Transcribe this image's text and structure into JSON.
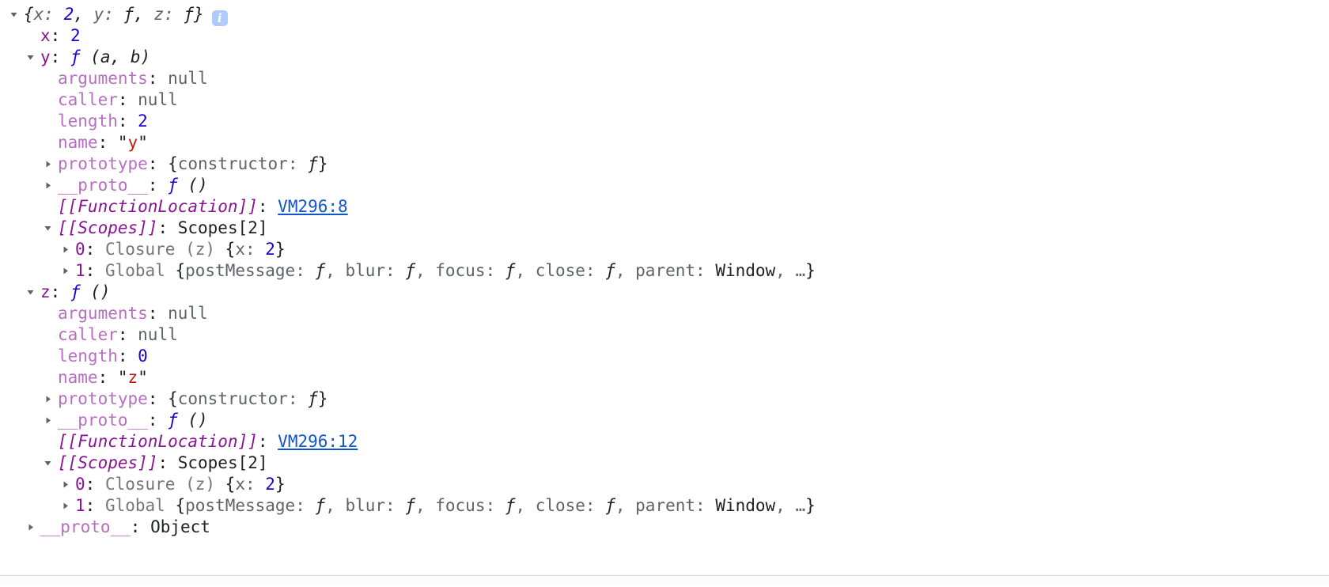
{
  "colors": {
    "property_name": "#881391",
    "property_name_dim": "#b76fc0",
    "number": "#1c00cf",
    "string": "#c41a16",
    "preview_gray": "#5f6368",
    "object_name_gray": "#767676",
    "link": "#1155cc",
    "badge_bg": "#aecbfa",
    "triangle": "#5f6368",
    "separator": "#d9d9d9"
  },
  "console": {
    "badge_tooltip_glyph": "i",
    "rows": [
      {
        "level": 0,
        "toggle": "expanded",
        "segments": [
          {
            "t": "{",
            "s": "it"
          },
          {
            "t": "x: ",
            "s": "itgray"
          },
          {
            "t": "2",
            "s": "itnum"
          },
          {
            "t": ", ",
            "s": "it"
          },
          {
            "t": "y: ",
            "s": "itgray"
          },
          {
            "t": "ƒ",
            "s": "pfn"
          },
          {
            "t": ", ",
            "s": "it"
          },
          {
            "t": "z: ",
            "s": "itgray"
          },
          {
            "t": "ƒ",
            "s": "pfn"
          },
          {
            "t": "}",
            "s": "it"
          },
          {
            "t": "i",
            "s": "badge"
          }
        ]
      },
      {
        "level": 1,
        "toggle": "none",
        "segments": [
          {
            "t": "x",
            "s": "name"
          },
          {
            "t": ": ",
            "s": "plain"
          },
          {
            "t": "2",
            "s": "num"
          }
        ]
      },
      {
        "level": 1,
        "toggle": "expanded",
        "segments": [
          {
            "t": "y",
            "s": "name"
          },
          {
            "t": ": ",
            "s": "plain"
          },
          {
            "t": "ƒ",
            "s": "fn"
          },
          {
            "t": " (a, b)",
            "s": "it"
          }
        ]
      },
      {
        "level": 2,
        "toggle": "none",
        "segments": [
          {
            "t": "arguments",
            "s": "dim"
          },
          {
            "t": ": ",
            "s": "plain"
          },
          {
            "t": "null",
            "s": "gray"
          }
        ]
      },
      {
        "level": 2,
        "toggle": "none",
        "segments": [
          {
            "t": "caller",
            "s": "dim"
          },
          {
            "t": ": ",
            "s": "plain"
          },
          {
            "t": "null",
            "s": "gray"
          }
        ]
      },
      {
        "level": 2,
        "toggle": "none",
        "segments": [
          {
            "t": "length",
            "s": "dim"
          },
          {
            "t": ": ",
            "s": "plain"
          },
          {
            "t": "2",
            "s": "num"
          }
        ]
      },
      {
        "level": 2,
        "toggle": "none",
        "segments": [
          {
            "t": "name",
            "s": "dim"
          },
          {
            "t": ": ",
            "s": "plain"
          },
          {
            "t": "\"",
            "s": "plain"
          },
          {
            "t": "y",
            "s": "str"
          },
          {
            "t": "\"",
            "s": "plain"
          }
        ]
      },
      {
        "level": 2,
        "toggle": "collapsed",
        "segments": [
          {
            "t": "prototype",
            "s": "dim"
          },
          {
            "t": ": ",
            "s": "plain"
          },
          {
            "t": "{",
            "s": "plain"
          },
          {
            "t": "constructor",
            "s": "gray"
          },
          {
            "t": ": ",
            "s": "gray"
          },
          {
            "t": "ƒ",
            "s": "pfn"
          },
          {
            "t": "}",
            "s": "plain"
          }
        ]
      },
      {
        "level": 2,
        "toggle": "collapsed",
        "segments": [
          {
            "t": "__proto__",
            "s": "dim"
          },
          {
            "t": ": ",
            "s": "plain"
          },
          {
            "t": "ƒ",
            "s": "fn"
          },
          {
            "t": " ()",
            "s": "it"
          }
        ]
      },
      {
        "level": 2,
        "toggle": "none",
        "segments": [
          {
            "t": "[[FunctionLocation]]",
            "s": "int"
          },
          {
            "t": ": ",
            "s": "plain"
          },
          {
            "t": "VM296:8",
            "s": "link"
          }
        ]
      },
      {
        "level": 2,
        "toggle": "expanded",
        "segments": [
          {
            "t": "[[Scopes]]",
            "s": "int"
          },
          {
            "t": ": ",
            "s": "plain"
          },
          {
            "t": "Scopes[2]",
            "s": "plain"
          }
        ]
      },
      {
        "level": 3,
        "toggle": "collapsed",
        "segments": [
          {
            "t": "0",
            "s": "name"
          },
          {
            "t": ": ",
            "s": "plain"
          },
          {
            "t": "Closure (z) ",
            "s": "oname"
          },
          {
            "t": "{",
            "s": "plain"
          },
          {
            "t": "x",
            "s": "gray"
          },
          {
            "t": ": ",
            "s": "gray"
          },
          {
            "t": "2",
            "s": "num"
          },
          {
            "t": "}",
            "s": "plain"
          }
        ]
      },
      {
        "level": 3,
        "toggle": "collapsed",
        "segments": [
          {
            "t": "1",
            "s": "name"
          },
          {
            "t": ": ",
            "s": "plain"
          },
          {
            "t": "Global ",
            "s": "oname"
          },
          {
            "t": "{",
            "s": "plain"
          },
          {
            "t": "postMessage: ",
            "s": "gray"
          },
          {
            "t": "ƒ",
            "s": "pfn"
          },
          {
            "t": ", blur: ",
            "s": "gray"
          },
          {
            "t": "ƒ",
            "s": "pfn"
          },
          {
            "t": ", focus: ",
            "s": "gray"
          },
          {
            "t": "ƒ",
            "s": "pfn"
          },
          {
            "t": ", close: ",
            "s": "gray"
          },
          {
            "t": "ƒ",
            "s": "pfn"
          },
          {
            "t": ", parent: ",
            "s": "gray"
          },
          {
            "t": "Window",
            "s": "plain"
          },
          {
            "t": ", …",
            "s": "gray"
          },
          {
            "t": "}",
            "s": "plain"
          }
        ]
      },
      {
        "level": 1,
        "toggle": "expanded",
        "segments": [
          {
            "t": "z",
            "s": "name"
          },
          {
            "t": ": ",
            "s": "plain"
          },
          {
            "t": "ƒ",
            "s": "fn"
          },
          {
            "t": " ()",
            "s": "it"
          }
        ]
      },
      {
        "level": 2,
        "toggle": "none",
        "segments": [
          {
            "t": "arguments",
            "s": "dim"
          },
          {
            "t": ": ",
            "s": "plain"
          },
          {
            "t": "null",
            "s": "gray"
          }
        ]
      },
      {
        "level": 2,
        "toggle": "none",
        "segments": [
          {
            "t": "caller",
            "s": "dim"
          },
          {
            "t": ": ",
            "s": "plain"
          },
          {
            "t": "null",
            "s": "gray"
          }
        ]
      },
      {
        "level": 2,
        "toggle": "none",
        "segments": [
          {
            "t": "length",
            "s": "dim"
          },
          {
            "t": ": ",
            "s": "plain"
          },
          {
            "t": "0",
            "s": "num"
          }
        ]
      },
      {
        "level": 2,
        "toggle": "none",
        "segments": [
          {
            "t": "name",
            "s": "dim"
          },
          {
            "t": ": ",
            "s": "plain"
          },
          {
            "t": "\"",
            "s": "plain"
          },
          {
            "t": "z",
            "s": "str"
          },
          {
            "t": "\"",
            "s": "plain"
          }
        ]
      },
      {
        "level": 2,
        "toggle": "collapsed",
        "segments": [
          {
            "t": "prototype",
            "s": "dim"
          },
          {
            "t": ": ",
            "s": "plain"
          },
          {
            "t": "{",
            "s": "plain"
          },
          {
            "t": "constructor",
            "s": "gray"
          },
          {
            "t": ": ",
            "s": "gray"
          },
          {
            "t": "ƒ",
            "s": "pfn"
          },
          {
            "t": "}",
            "s": "plain"
          }
        ]
      },
      {
        "level": 2,
        "toggle": "collapsed",
        "segments": [
          {
            "t": "__proto__",
            "s": "dim"
          },
          {
            "t": ": ",
            "s": "plain"
          },
          {
            "t": "ƒ",
            "s": "fn"
          },
          {
            "t": " ()",
            "s": "it"
          }
        ]
      },
      {
        "level": 2,
        "toggle": "none",
        "segments": [
          {
            "t": "[[FunctionLocation]]",
            "s": "int"
          },
          {
            "t": ": ",
            "s": "plain"
          },
          {
            "t": "VM296:12",
            "s": "link"
          }
        ]
      },
      {
        "level": 2,
        "toggle": "expanded",
        "segments": [
          {
            "t": "[[Scopes]]",
            "s": "int"
          },
          {
            "t": ": ",
            "s": "plain"
          },
          {
            "t": "Scopes[2]",
            "s": "plain"
          }
        ]
      },
      {
        "level": 3,
        "toggle": "collapsed",
        "segments": [
          {
            "t": "0",
            "s": "name"
          },
          {
            "t": ": ",
            "s": "plain"
          },
          {
            "t": "Closure (z) ",
            "s": "oname"
          },
          {
            "t": "{",
            "s": "plain"
          },
          {
            "t": "x",
            "s": "gray"
          },
          {
            "t": ": ",
            "s": "gray"
          },
          {
            "t": "2",
            "s": "num"
          },
          {
            "t": "}",
            "s": "plain"
          }
        ]
      },
      {
        "level": 3,
        "toggle": "collapsed",
        "segments": [
          {
            "t": "1",
            "s": "name"
          },
          {
            "t": ": ",
            "s": "plain"
          },
          {
            "t": "Global ",
            "s": "oname"
          },
          {
            "t": "{",
            "s": "plain"
          },
          {
            "t": "postMessage: ",
            "s": "gray"
          },
          {
            "t": "ƒ",
            "s": "pfn"
          },
          {
            "t": ", blur: ",
            "s": "gray"
          },
          {
            "t": "ƒ",
            "s": "pfn"
          },
          {
            "t": ", focus: ",
            "s": "gray"
          },
          {
            "t": "ƒ",
            "s": "pfn"
          },
          {
            "t": ", close: ",
            "s": "gray"
          },
          {
            "t": "ƒ",
            "s": "pfn"
          },
          {
            "t": ", parent: ",
            "s": "gray"
          },
          {
            "t": "Window",
            "s": "plain"
          },
          {
            "t": ", …",
            "s": "gray"
          },
          {
            "t": "}",
            "s": "plain"
          }
        ]
      },
      {
        "level": 1,
        "toggle": "collapsed",
        "segments": [
          {
            "t": "__proto__",
            "s": "dim"
          },
          {
            "t": ": ",
            "s": "plain"
          },
          {
            "t": "Object",
            "s": "plain"
          }
        ]
      }
    ]
  }
}
